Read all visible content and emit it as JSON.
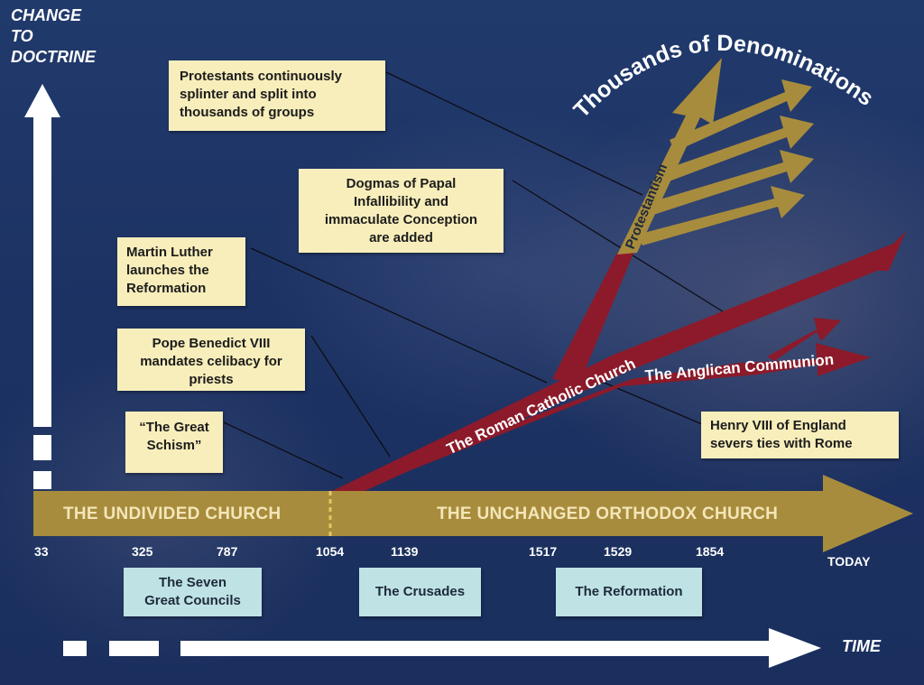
{
  "axes": {
    "y_label_lines": [
      "CHANGE",
      "TO",
      "DOCTRINE"
    ],
    "x_label": "TIME"
  },
  "band": {
    "left_label": "THE UNDIVIDED CHURCH",
    "right_label": "THE UNCHANGED ORTHODOX CHURCH",
    "end_label": "TODAY"
  },
  "years": [
    "33",
    "325",
    "787",
    "1054",
    "1139",
    "1517",
    "1529",
    "1854"
  ],
  "periods": [
    {
      "lines": [
        "The Seven",
        "Great Councils"
      ]
    },
    {
      "lines": [
        "The Crusades"
      ]
    },
    {
      "lines": [
        "The Reformation"
      ]
    }
  ],
  "events": [
    {
      "lines": [
        "Protestants continuously",
        "splinter and split into",
        "thousands of groups"
      ]
    },
    {
      "lines": [
        "Dogmas of Papal",
        "Infallibility  and",
        "immaculate Conception",
        "are added"
      ]
    },
    {
      "lines": [
        "Martin Luther",
        "launches the",
        "Reformation"
      ]
    },
    {
      "lines": [
        "Pope Benedict VIII",
        "mandates celibacy for",
        "priests"
      ]
    },
    {
      "lines": [
        "“The Great",
        "Schism”"
      ]
    },
    {
      "lines": [
        "Henry VIII of England",
        "severs ties with Rome"
      ]
    }
  ],
  "branches": {
    "roman_catholic": "The Roman Catholic Church",
    "anglican": "The Anglican Communion",
    "protestantism": "Protestantism",
    "denominations": "Thousands of Denominations"
  },
  "colors": {
    "gold": "#a88c3d",
    "red": "#8c1a2a",
    "note_bg": "#f7eebb",
    "period_bg": "#bfe2e4",
    "white": "#ffffff"
  }
}
